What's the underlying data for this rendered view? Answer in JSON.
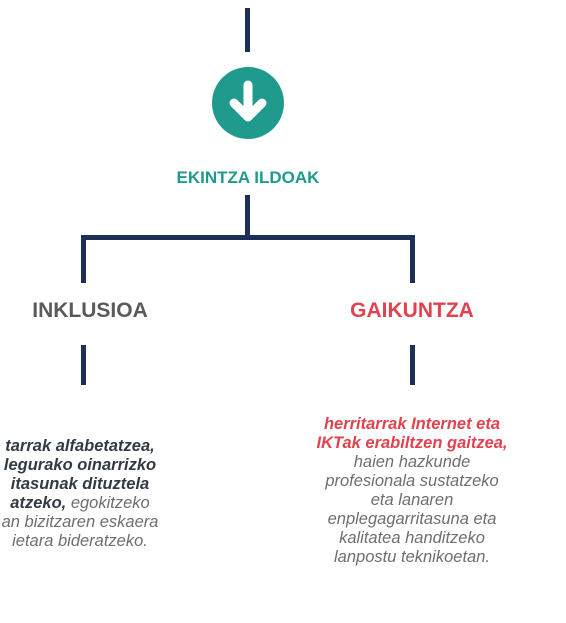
{
  "colors": {
    "accent": "#1f9a8c",
    "line": "#1e2f57",
    "highlight": "#e0434f",
    "heading_gray": "#5a5a5a",
    "body_text": "#6e6e6e"
  },
  "icon": "arrow-down-circle-icon",
  "main_heading": "EKINTZA ILDOAK",
  "branches": {
    "left": {
      "heading": "INKLUSIOA",
      "emphasis_lines": [
        "tarrak alfabetatzea,",
        "legurako oinarrizko",
        "itasunak dituztela",
        "atzeko,"
      ],
      "plain_start": " egokitzeko",
      "plain_lines": [
        "an bizitzaren eskaera",
        "ietara bideratzeko."
      ]
    },
    "right": {
      "heading": "GAIKUNTZA",
      "emphasis_lines": [
        "herritarrak Internet eta",
        "IKTak erabiltzen gaitzea,"
      ],
      "plain_lines": [
        "haien hazkunde",
        "profesionala sustatzeko",
        "eta lanaren",
        "enplegagarritasuna eta",
        "kalitatea handitzeko",
        "lanpostu teknikoetan."
      ]
    }
  }
}
